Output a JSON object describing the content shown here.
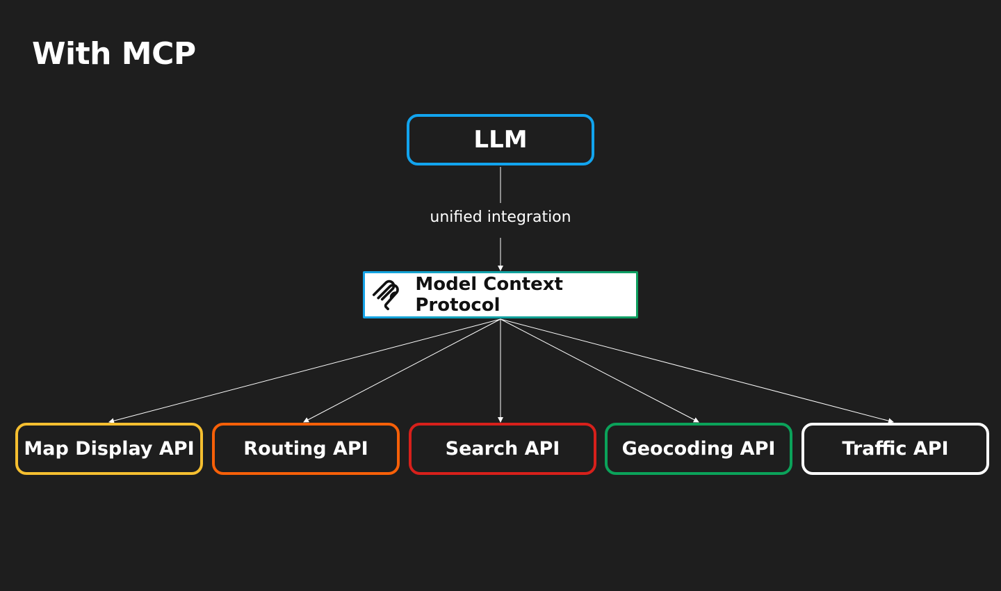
{
  "title": "With MCP",
  "llm": {
    "label": "LLM",
    "color": "#12a4ee"
  },
  "connector_label": "unified integration",
  "mcp": {
    "label": "Model Context Protocol",
    "icon": "mcp-logo-icon"
  },
  "apis": [
    {
      "label": "Map Display API",
      "color": "#f5bf30"
    },
    {
      "label": "Routing API",
      "color": "#f76008"
    },
    {
      "label": "Search API",
      "color": "#d7201b"
    },
    {
      "label": "Geocoding API",
      "color": "#0ba25a"
    },
    {
      "label": "Traffic API",
      "color": "#ffffff"
    }
  ]
}
